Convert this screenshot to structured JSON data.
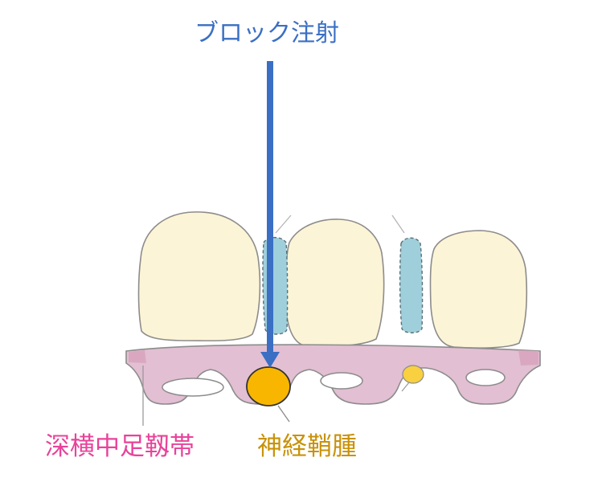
{
  "labels": {
    "injection": "ブロック注射",
    "ligament": "深横中足靱帯",
    "neuroma": "神経鞘腫"
  },
  "colors": {
    "injection": "#3a6fc4",
    "ligament": "#e8439a",
    "neuroma": "#c8920a",
    "bone": "#fcf4d6",
    "ligament_fill": "#e2bfd2",
    "neuroma_fill": "#f8b600",
    "interosseous_fill": "#9fcfda"
  }
}
